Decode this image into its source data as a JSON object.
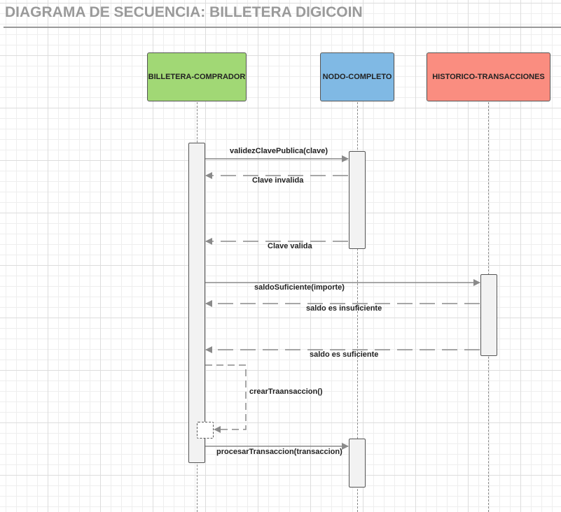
{
  "diagram": {
    "title": "DIAGRAMA DE SECUENCIA: BILLETERA DIGICOIN",
    "participants": [
      {
        "label": "BILLETERA-COMPRADOR",
        "color": "#a1d875"
      },
      {
        "label": "NODO-COMPLETO",
        "color": "#80b9e4"
      },
      {
        "label": "HISTORICO-TRANSACCIONES",
        "color": "#fa8d80"
      }
    ],
    "messages": [
      {
        "label": "validezClavePublica(clave)",
        "from": "BILLETERA-COMPRADOR",
        "to": "NODO-COMPLETO",
        "kind": "call"
      },
      {
        "label": "Clave invalida",
        "from": "NODO-COMPLETO",
        "to": "BILLETERA-COMPRADOR",
        "kind": "return"
      },
      {
        "label": "Clave valida",
        "from": "NODO-COMPLETO",
        "to": "BILLETERA-COMPRADOR",
        "kind": "return"
      },
      {
        "label": "saldoSuficiente(importe)",
        "from": "BILLETERA-COMPRADOR",
        "to": "HISTORICO-TRANSACCIONES",
        "kind": "call"
      },
      {
        "label": "saldo es insuficiente",
        "from": "HISTORICO-TRANSACCIONES",
        "to": "BILLETERA-COMPRADOR",
        "kind": "return"
      },
      {
        "label": "saldo es suficiente",
        "from": "HISTORICO-TRANSACCIONES",
        "to": "BILLETERA-COMPRADOR",
        "kind": "return"
      },
      {
        "label": "crearTraansaccion()",
        "from": "BILLETERA-COMPRADOR",
        "to": "BILLETERA-COMPRADOR",
        "kind": "self"
      },
      {
        "label": "procesarTransaccion(transaccion)",
        "from": "BILLETERA-COMPRADOR",
        "to": "NODO-COMPLETO",
        "kind": "call"
      }
    ]
  }
}
